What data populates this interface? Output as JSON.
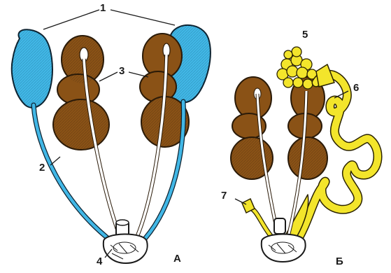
{
  "labels": {
    "l1": "1",
    "l2": "2",
    "l3": "3",
    "l4": "4",
    "l5": "5",
    "l6": "6",
    "l7": "7"
  },
  "panels": {
    "a": "А",
    "b": "Б"
  },
  "colors": {
    "kidney_brown": "#8a5216",
    "kidney_outline": "#2a1a08",
    "blue_organ": "#41b7e6",
    "yellow_organ": "#f3e52b",
    "duct_white": "#ffffff",
    "ink": "#1a1a1a"
  }
}
